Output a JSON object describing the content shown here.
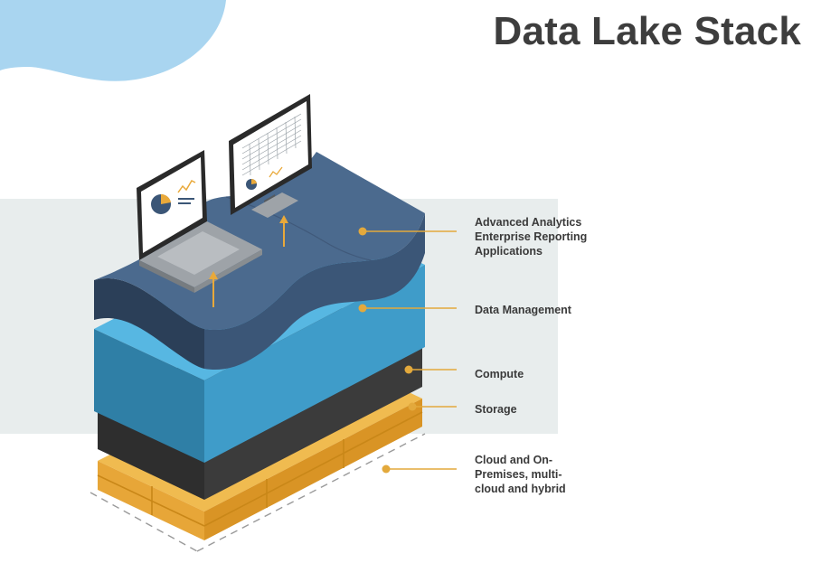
{
  "title": "Data Lake Stack",
  "layers": [
    {
      "id": "analytics",
      "lines": [
        "Advanced Analytics",
        "Enterprise Reporting",
        "Applications"
      ],
      "color": "#3b5677"
    },
    {
      "id": "data-management",
      "lines": [
        "Data Management"
      ],
      "color": "#3f9cc9"
    },
    {
      "id": "compute",
      "lines": [
        "Compute"
      ],
      "color": "#353535"
    },
    {
      "id": "storage",
      "lines": [
        "Storage"
      ],
      "color": "#e9a93a"
    },
    {
      "id": "cloud",
      "lines": [
        "Cloud and On-",
        "Premises, multi-",
        "cloud and hybrid"
      ],
      "color": "#e9a93a"
    }
  ],
  "colors": {
    "accent_dot": "#e3a93c",
    "background_panel": "#e8eded",
    "corner_blob": "#a9d5f0"
  }
}
